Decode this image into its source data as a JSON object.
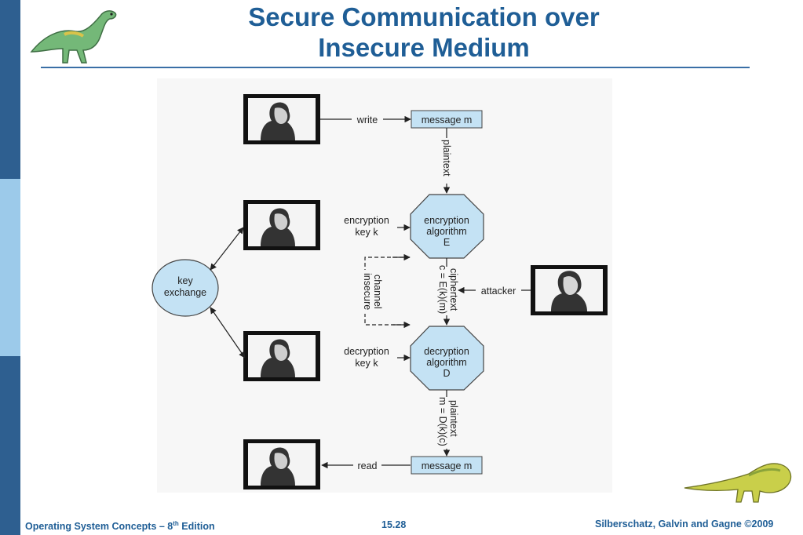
{
  "slide": {
    "title_line1": "Secure Communication over",
    "title_line2": "Insecure Medium"
  },
  "footer": {
    "left_prefix": "Operating System Concepts – 8",
    "left_sup": "th",
    "left_suffix": " Edition",
    "page": "15.28",
    "right": "Silberschatz, Galvin and Gagne ©2009"
  },
  "diagram": {
    "key_exchange": [
      "key",
      "exchange"
    ],
    "write": "write",
    "read": "read",
    "message_top": "message m",
    "message_bottom": "message m",
    "plaintext_top": "plaintext",
    "encryption_key": [
      "encryption",
      "key k"
    ],
    "encryption_algorithm": [
      "encryption",
      "algorithm",
      "E"
    ],
    "insecure_channel": [
      "insecure",
      "channel"
    ],
    "ciphertext": [
      "ciphertext",
      "c = E(k)(m)"
    ],
    "attacker": "attacker",
    "decryption_key": [
      "decryption",
      "key k"
    ],
    "decryption_algorithm": [
      "decryption",
      "algorithm",
      "D"
    ],
    "plaintext_bottom": [
      "plaintext",
      "m = D(k)(c)"
    ]
  },
  "colors": {
    "accent_blue": "#1f5e96",
    "box_fill": "#c4e2f4",
    "sidebar_dark": "#2e5f90",
    "sidebar_light": "#9ccaea"
  },
  "icons": [
    "dinosaur-logo-icon",
    "dinosaur-footer-icon",
    "person-portrait-icon"
  ]
}
